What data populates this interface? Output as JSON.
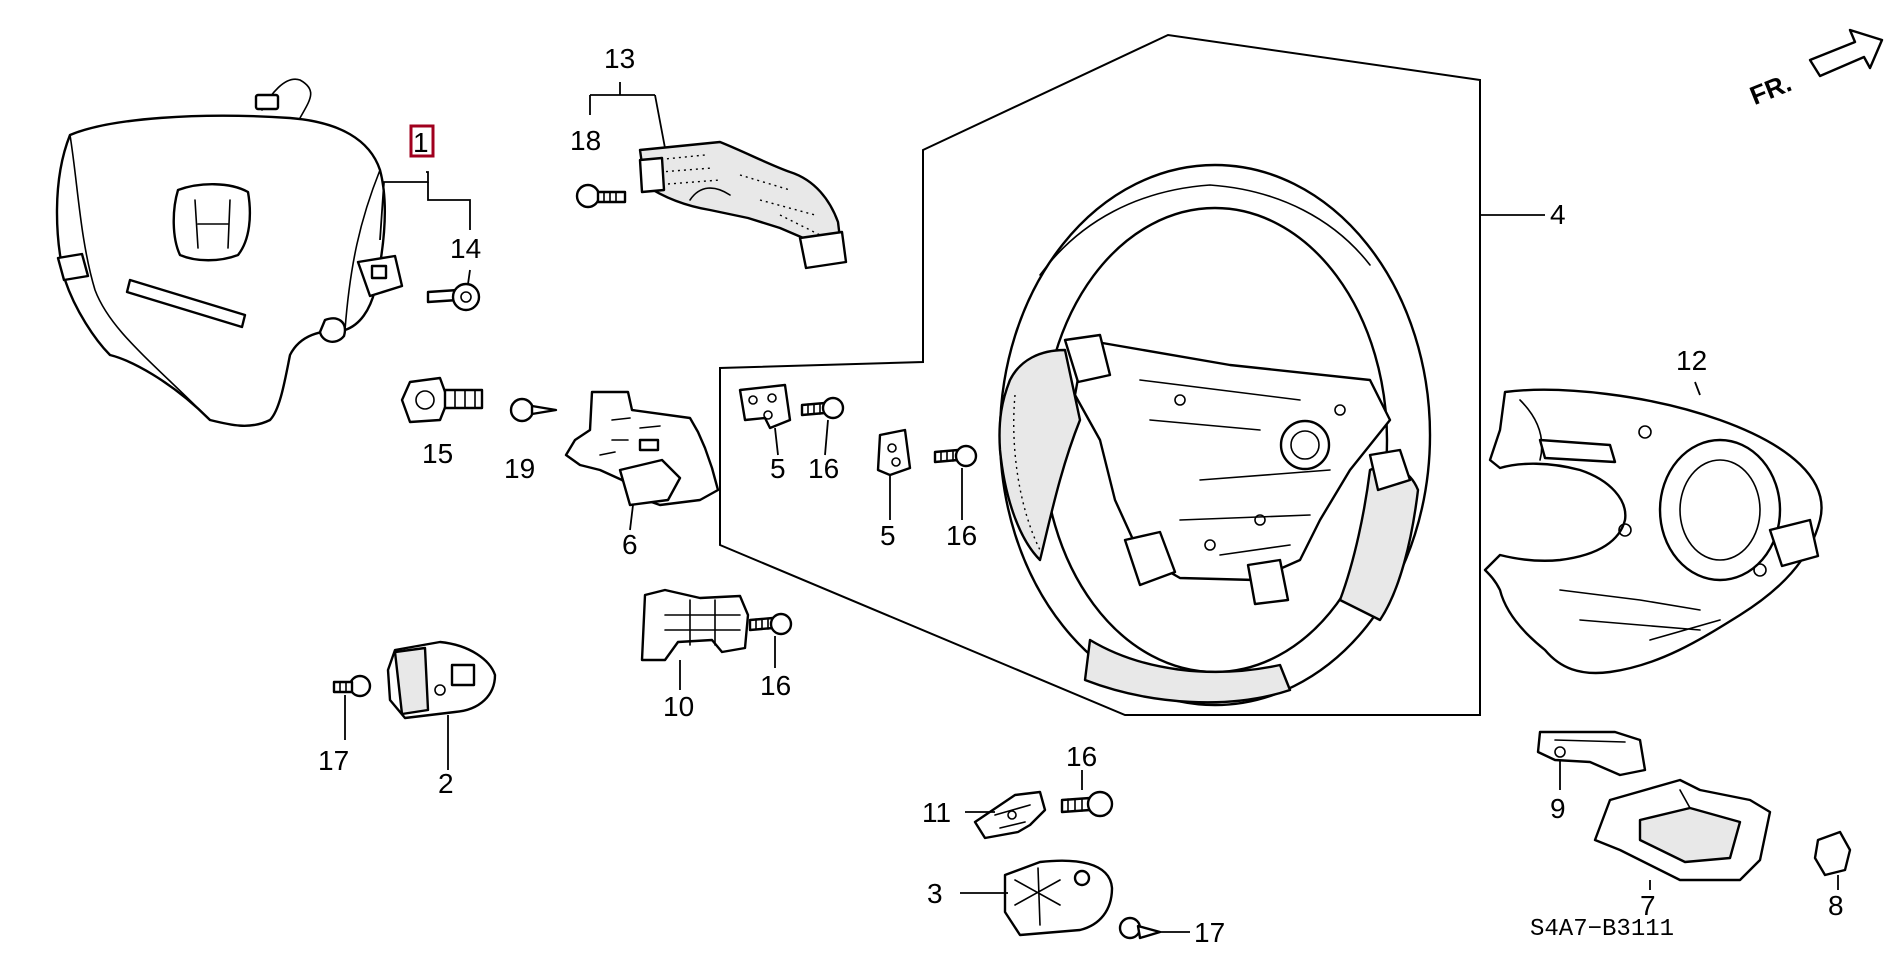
{
  "diagram": {
    "code": "S4A7−B3111",
    "direction": "FR.",
    "callouts": {
      "p1": "1",
      "p2": "2",
      "p3": "3",
      "p4": "4",
      "p5a": "5",
      "p5b": "5",
      "p6": "6",
      "p7": "7",
      "p8": "8",
      "p9": "9",
      "p10": "10",
      "p11": "11",
      "p12": "12",
      "p13": "13",
      "p14": "14",
      "p15": "15",
      "p16a": "16",
      "p16b": "16",
      "p16c": "16",
      "p16d": "16",
      "p17a": "17",
      "p17b": "17",
      "p18": "18",
      "p19": "19"
    },
    "highlighted_callout": "1",
    "highlight_color": "#a0001e"
  }
}
